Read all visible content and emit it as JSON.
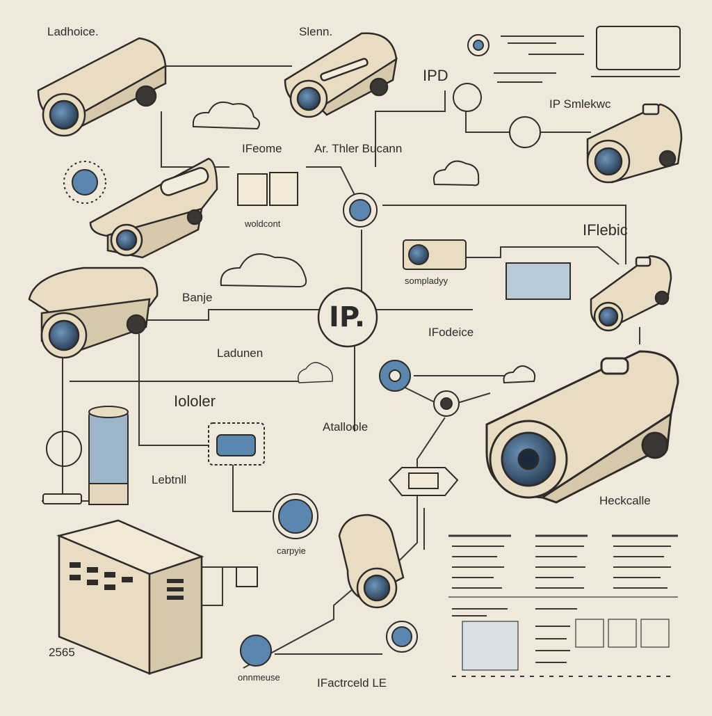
{
  "center": {
    "label": "IP."
  },
  "labels": {
    "top_left": "Ladhoice.",
    "top_center": "Slenn.",
    "ipd": "IPD",
    "ip_sensor": "IP Smlekwc",
    "feome": "IFeome",
    "filter_bucann": "Ar. Thler Bucann",
    "woldcont": "woldcont",
    "ifebic": "IFlebic",
    "sompladyy": "sompladyy",
    "banje": "Banje",
    "fodeice": "IFodeice",
    "ladunen": "Ladunen",
    "iololer": "Iololer",
    "atalloole": "Atalloole",
    "lebtnll": "Lebtnll",
    "heckcalle": "Heckcalle",
    "carpyie": "carpyie",
    "bottom_left_code": "2565",
    "bottom_left_small": "onnmeuse",
    "bottom_center": "IFactrceld LE"
  },
  "colors": {
    "background": "#efe9dc",
    "device": "#e8dcc3",
    "device_shade": "#d6c8aa",
    "outline": "#2e2b28",
    "accent": "#5b86ad",
    "accent_dark": "#36577a",
    "line": "#3a3735"
  }
}
